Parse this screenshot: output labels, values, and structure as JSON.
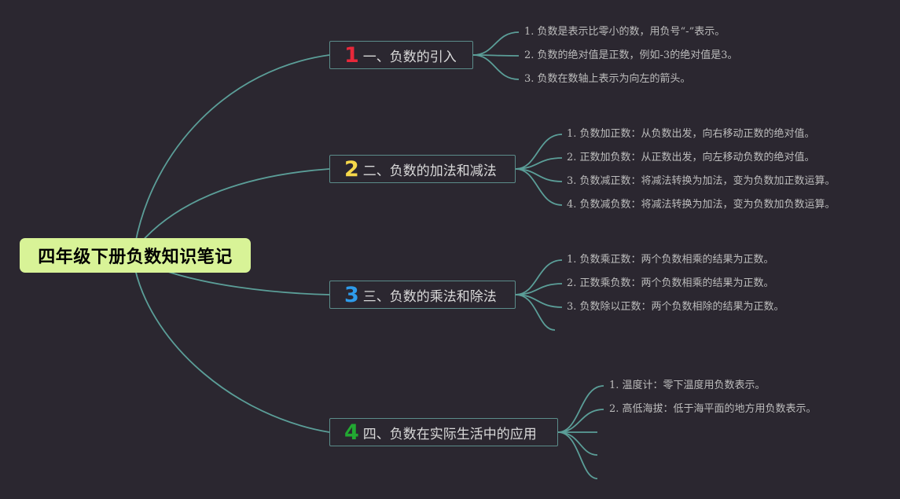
{
  "root": {
    "title": "四年级下册负数知识笔记"
  },
  "branches": [
    {
      "number": "1",
      "number_color": "#e8283a",
      "label": "一、负数的引入",
      "items": [
        "1. 负数是表示比零小的数，用负号“-”表示。",
        "2. 负数的绝对值是正数，例如-3的绝对值是3。",
        "3. 负数在数轴上表示为向左的箭头。"
      ]
    },
    {
      "number": "2",
      "number_color": "#f6d84a",
      "label": "二、负数的加法和减法",
      "items": [
        "1. 负数加正数：从负数出发，向右移动正数的绝对值。",
        "2. 正数加负数：从正数出发，向左移动负数的绝对值。",
        "3. 负数减正数：将减法转换为加法，变为负数加正数运算。",
        "4. 负数减负数：将减法转换为加法，变为负数加负数运算。"
      ]
    },
    {
      "number": "3",
      "number_color": "#2e9bea",
      "label": "三、负数的乘法和除法",
      "items": [
        "1. 负数乘正数：两个负数相乘的结果为正数。",
        "2. 正数乘负数：两个负数相乘的结果为正数。",
        "3. 负数除以正数：两个负数相除的结果为正数。"
      ]
    },
    {
      "number": "4",
      "number_color": "#22a832",
      "label": "四、负数在实际生活中的应用",
      "items": [
        "1. 温度计：零下温度用负数表示。",
        "2. 高低海拔：低于海平面的地方用负数表示。"
      ]
    }
  ]
}
